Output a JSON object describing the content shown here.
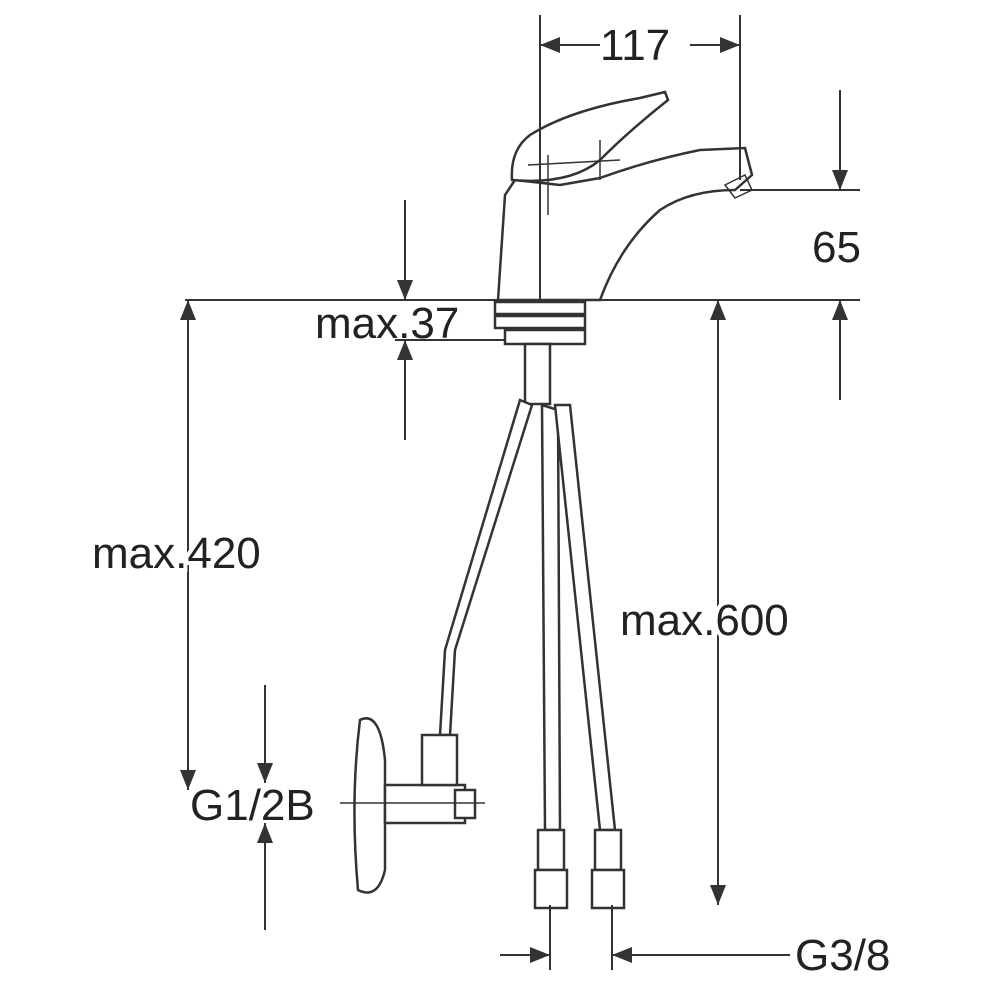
{
  "dimensions": {
    "width_top": "117",
    "spout_height": "65",
    "deck_thickness": "max.37",
    "valve_height": "max.420",
    "hose_length": "max.600",
    "valve_thread": "G1/2B",
    "hose_thread": "G3/8"
  },
  "colors": {
    "line": "#333333",
    "background": "#ffffff"
  }
}
